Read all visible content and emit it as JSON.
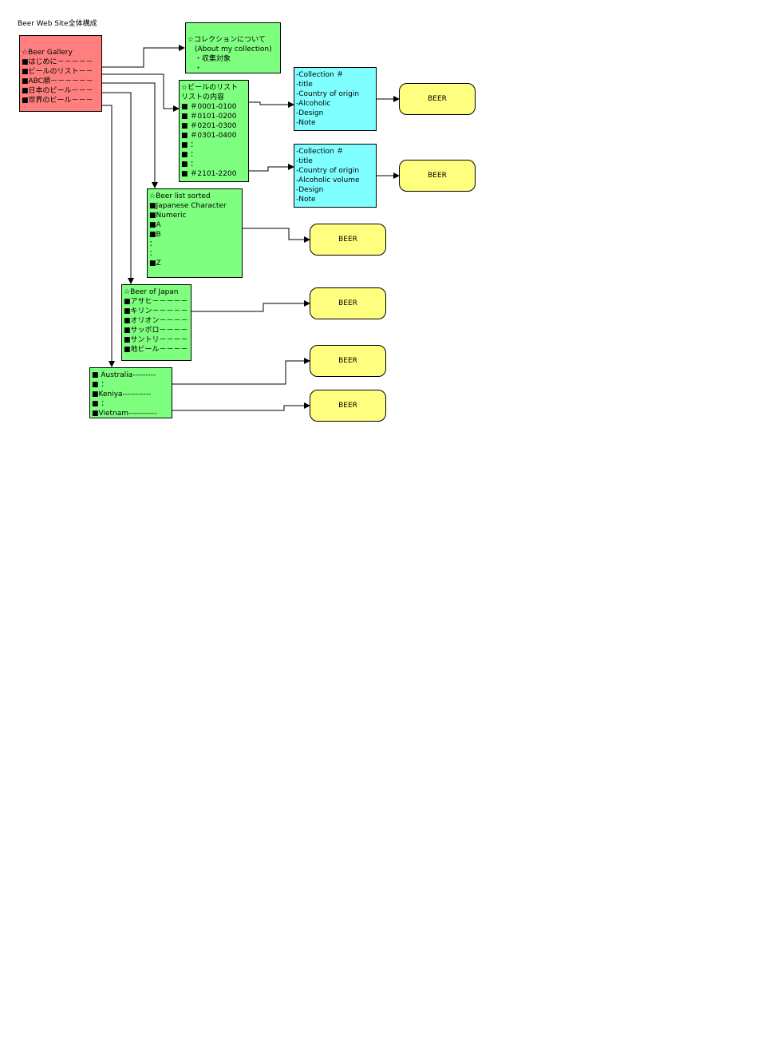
{
  "title": "Beer Web Site全体構成",
  "main_menu": {
    "lines": [
      "",
      "☆Beer Gallery",
      "■はじめに－－－－－",
      "■ビールのリスト－－",
      "■ABC順－－－－－－",
      "■日本のビール－－－",
      "■世界のビール－－－"
    ]
  },
  "about": {
    "lines": [
      "",
      "☆コレクションについて",
      "　(About my collection)",
      "　・収集対象",
      "　・"
    ]
  },
  "beer_list": {
    "lines": [
      "☆ビールのリスト",
      "リストの内容",
      "■ ＃0001-0100",
      "■ ＃0101-0200",
      "■ ＃0201-0300",
      "■ ＃0301-0400",
      "■  ：",
      "■  ：",
      "■  ：",
      "■  ＃2101-2200"
    ]
  },
  "detail_1": {
    "lines": [
      "-Collection ＃",
      "-title",
      "-Country of origin",
      "-Alcoholic",
      "-Design",
      "-Note"
    ]
  },
  "detail_2": {
    "lines": [
      "-Collection ＃",
      "-title",
      "-Country of origin",
      "-Alcoholic volume",
      "-Design",
      "-Note"
    ]
  },
  "sorted_list": {
    "lines": [
      "☆Beer list sorted",
      "■Japanese Character",
      "■Numeric",
      "■A",
      "■B",
      "：",
      "：",
      "■Z"
    ]
  },
  "japan": {
    "lines": [
      "☆Beer of Japan",
      "■アサヒ－－－－－",
      "■キリン－－－－－",
      "■オリオン－－－－",
      "■サッポロ－－－－",
      "■サントリ－－－－",
      "■地ビール－－－－"
    ]
  },
  "world": {
    "lines": [
      "■ Australia---------",
      "■ ：",
      "■Keniya-----------",
      "■ ：",
      "■Vietnam-----------"
    ]
  },
  "beer_label": "BEER"
}
